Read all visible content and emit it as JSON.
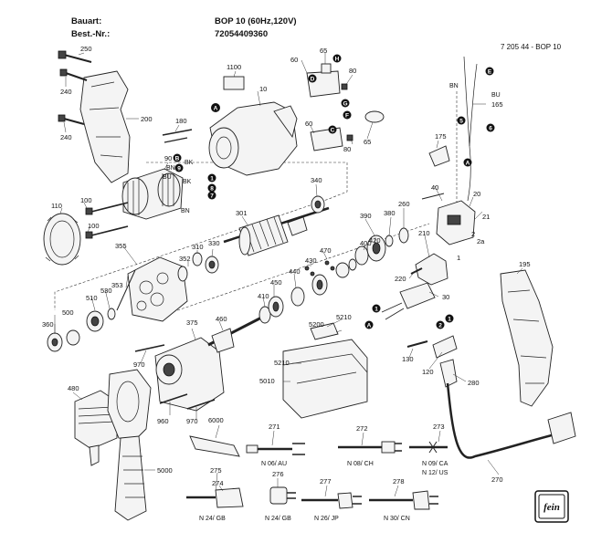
{
  "header": {
    "bauart_label": "Bauart:",
    "bauart_value": "BOP 10 (60Hz,120V)",
    "bestnr_label": "Best.-Nr.:",
    "bestnr_value": "72054409360",
    "doc_number": "7 205 44 - BOP 10"
  },
  "parts": {
    "p250": "250",
    "p240a": "240",
    "p240b": "240",
    "p200": "200",
    "p1100": "1100",
    "p10": "10",
    "p180": "180",
    "p90": "90",
    "p110": "110",
    "p100a": "100",
    "p100b": "100",
    "p340": "340",
    "p301": "301",
    "p355": "355",
    "p353": "353",
    "p352": "352",
    "p310": "310",
    "p330": "330",
    "p500": "500",
    "p510": "510",
    "p530": "530",
    "p360": "360",
    "p375": "375",
    "p460": "460",
    "p450": "450",
    "p410": "410",
    "p440": "440",
    "p430": "430",
    "p470": "470",
    "p400": "400",
    "p420": "420",
    "p390": "390",
    "p380": "380",
    "p260": "260",
    "p210": "210",
    "p220": "220",
    "p40": "40",
    "p20": "20",
    "p21": "21",
    "p2a": "2a",
    "p2": "2",
    "p1": "1",
    "p175": "175",
    "p165": "165",
    "p60a": "60",
    "p65a": "65",
    "p80a": "80",
    "p60b": "60",
    "p80b": "80",
    "p65b": "65",
    "p195": "195",
    "p30": "30",
    "p130": "130",
    "p120": "120",
    "p280": "280",
    "p5200": "5200",
    "p5210a": "5210",
    "p5210b": "5210",
    "p5010": "5010",
    "p970a": "970",
    "p970b": "970",
    "p960": "960",
    "p480": "480",
    "p5000": "5000",
    "p6000": "6000",
    "p271": "271",
    "p272": "272",
    "p273": "273",
    "p270": "270",
    "p275": "275",
    "p274": "274",
    "p276": "276",
    "p277": "277",
    "p278": "278"
  },
  "wires": {
    "bn1": "BN",
    "bu1": "BU",
    "bk1": "BK",
    "bk2": "BK",
    "bn2": "BN",
    "bn3": "BN",
    "bu3": "BU"
  },
  "markers": {
    "A": "A",
    "B": "B",
    "C": "C",
    "D": "D",
    "E": "E",
    "F": "F",
    "G": "G",
    "H": "H",
    "n1": "1",
    "n2": "2",
    "n5": "5",
    "n6": "6",
    "n7": "7",
    "n8": "8",
    "n9": "9"
  },
  "versions": {
    "au": "N 06/ AU",
    "ch": "N 08/ CH",
    "ca": "N 09/ CA",
    "us": "N 12/ US",
    "gb1": "N 24/ GB",
    "gb2": "N 24/ GB",
    "jp": "N 26/ JP",
    "cn": "N 30/ CN"
  },
  "logo": {
    "text": "fein"
  }
}
